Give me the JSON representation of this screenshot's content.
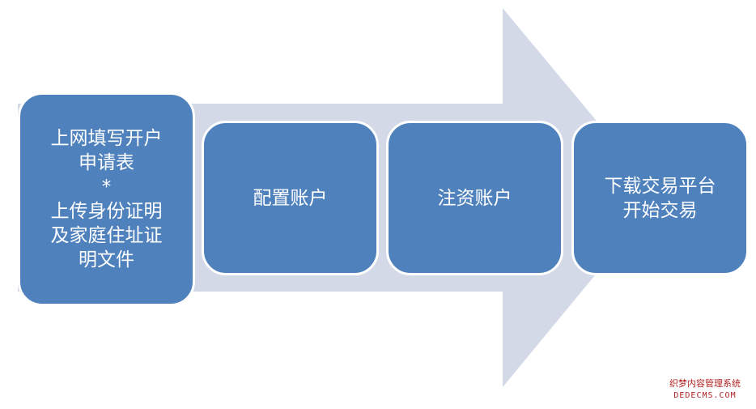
{
  "diagram": {
    "type": "process-flow",
    "colors": {
      "arrow": "#d4d9e7",
      "step_fill": "#4f81bd",
      "step_border": "#ffffff",
      "step_text": "#ffffff"
    },
    "steps": [
      {
        "lines": [
          "上网填写开户",
          "申请表",
          "*",
          "上传身份证明",
          "及家庭住址证",
          "明文件"
        ]
      },
      {
        "lines": [
          "配置账户"
        ]
      },
      {
        "lines": [
          "注资账户"
        ]
      },
      {
        "lines": [
          "下载交易平台",
          "开始交易"
        ]
      }
    ]
  },
  "watermark": {
    "line1": "织梦内容管理系统",
    "line2": "DEDECMS.COM",
    "color": "#b22222"
  }
}
